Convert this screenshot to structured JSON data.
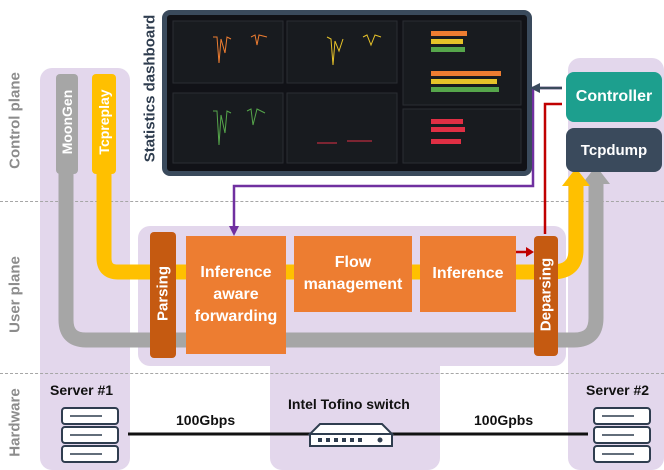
{
  "planes": {
    "control": "Control plane",
    "user": "User plane",
    "hardware": "Hardware"
  },
  "dashboard": {
    "title": "Statistics dashboard"
  },
  "servers": {
    "server1": "Server #1",
    "server2": "Server #2"
  },
  "tools": {
    "moongen": "MoonGen",
    "tcpreplay": "Tcpreplay",
    "controller": "Controller",
    "tcpdump": "Tcpdump"
  },
  "pipeline": {
    "parsing": "Parsing",
    "inference_aware": "Inference\naware\nforwarding",
    "flow_management": "Flow\nmanagement",
    "inference": "Inference",
    "deparsing": "Deparsing"
  },
  "switch": {
    "label": "Intel Tofino switch"
  },
  "links": {
    "left": "100Gbps",
    "right": "100Gpbs"
  },
  "colors": {
    "orange": "#ed7d31",
    "dark_orange": "#c55a11",
    "yellow": "#ffc000",
    "gray_pill": "#a6a6a6",
    "lavender": "#e3d7ec",
    "teal": "#1d9f8e",
    "navy": "#3a4a5c",
    "purple": "#7030a0",
    "red": "#c00000"
  }
}
